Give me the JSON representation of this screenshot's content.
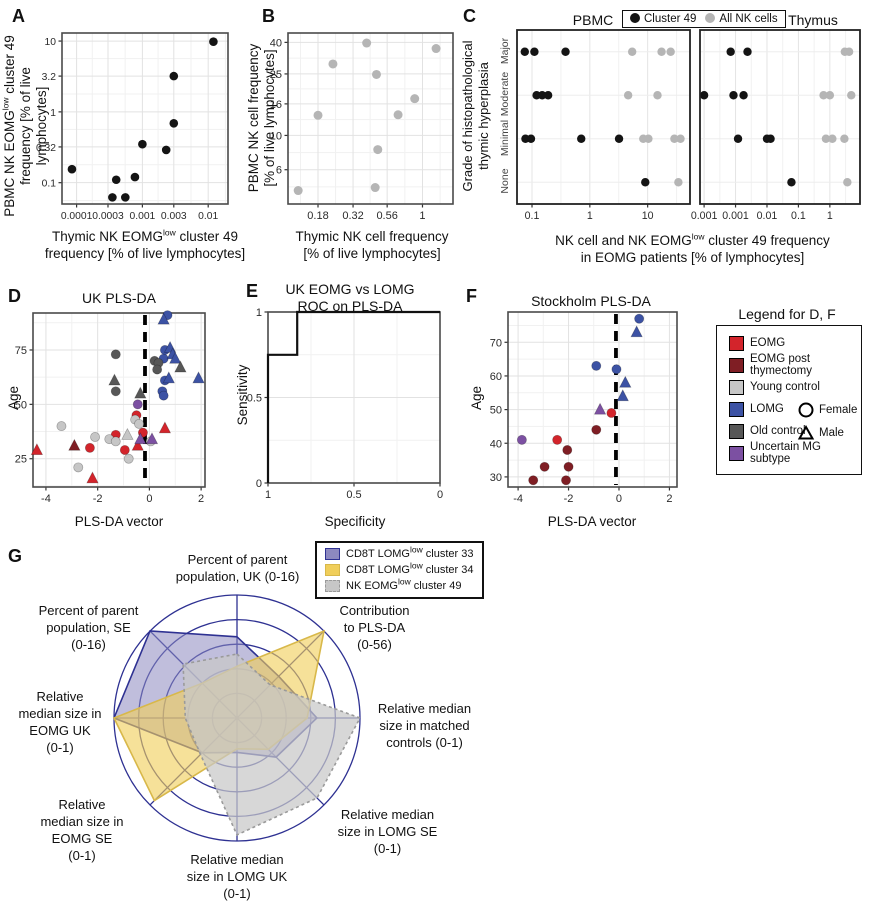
{
  "legend_df": {
    "title": "Legend for D, F",
    "items": [
      {
        "key": "eomg",
        "label": "EOMG",
        "color": "#d3242b"
      },
      {
        "key": "eomg_post",
        "label": "EOMG post thymectomy",
        "color": "#7f1e24"
      },
      {
        "key": "young",
        "label": "Young control",
        "color": "#c6c6c6"
      },
      {
        "key": "lomg",
        "label": "LOMG",
        "color": "#3c52a4"
      },
      {
        "key": "old",
        "label": "Old control",
        "color": "#575757"
      },
      {
        "key": "uncertain",
        "label": "Uncertain MG subtype",
        "color": "#7c50a2"
      }
    ],
    "shapes": [
      {
        "label": "Female",
        "shape": "circle"
      },
      {
        "label": "Male",
        "shape": "triangle"
      }
    ]
  },
  "chart_data": [
    {
      "panel": "A",
      "type": "scatter",
      "xscale": "log",
      "yscale": "log",
      "xlim": [
        6e-05,
        0.02
      ],
      "ylim": [
        0.05,
        13
      ],
      "xticks": [
        0.0001,
        0.0003,
        0.001,
        0.003,
        0.01
      ],
      "xtick_labels": [
        "0.0001",
        "0.0003",
        "0.001",
        "0.003",
        "0.01"
      ],
      "yticks": [
        0.1,
        0.32,
        1,
        3.2,
        10
      ],
      "ytick_labels": [
        "0.1",
        "0.32",
        "1",
        "3.2",
        "10"
      ],
      "point_color": "#141414",
      "points": [
        [
          8.5e-05,
          0.155
        ],
        [
          0.00035,
          0.062
        ],
        [
          0.0004,
          0.11
        ],
        [
          0.00055,
          0.062
        ],
        [
          0.00077,
          0.12
        ],
        [
          0.001,
          0.35
        ],
        [
          0.0023,
          0.29
        ],
        [
          0.003,
          0.69
        ],
        [
          0.003,
          3.2
        ],
        [
          0.012,
          9.8
        ]
      ],
      "ylabel_pre": "PBMC NK EOMG",
      "ylabel_sup": "low",
      "ylabel_post": " cluster 49",
      "ylabel_line2": "frequency [% of live lymphocytes]",
      "xlabel_pre": "Thymic NK EOMG",
      "xlabel_sup": "low",
      "xlabel_post": " cluster 49",
      "xlabel_line2": "frequency [% of live lymphocytes]"
    },
    {
      "panel": "B",
      "type": "scatter",
      "xscale": "log",
      "yscale": "log",
      "xlim": [
        0.11,
        1.65
      ],
      "ylim": [
        3.6,
        46
      ],
      "xticks": [
        0.18,
        0.32,
        0.56,
        1
      ],
      "xtick_labels": [
        "0.18",
        "0.32",
        "0.56",
        "1"
      ],
      "yticks": [
        6,
        10,
        16,
        25,
        40
      ],
      "ytick_labels": [
        "6",
        "10",
        "16",
        "25",
        "40"
      ],
      "point_color": "#b5b5b5",
      "points": [
        [
          0.13,
          4.4
        ],
        [
          0.18,
          13.5
        ],
        [
          0.23,
          29
        ],
        [
          0.4,
          39.6
        ],
        [
          0.47,
          24.8
        ],
        [
          0.48,
          8.1
        ],
        [
          0.46,
          4.6
        ],
        [
          0.67,
          13.6
        ],
        [
          0.88,
          17.3
        ],
        [
          1.25,
          36.5
        ]
      ],
      "ylabel_line1": "PBMC NK cell frequency",
      "ylabel_line2": "[% of live lymphocytes]",
      "xlabel_line1": "Thymic NK cell frequency",
      "xlabel_line2": "[% of live lymphocytes]"
    },
    {
      "panel": "C",
      "type": "dot-strip",
      "categories": [
        "Major",
        "Moderate",
        "Minimal",
        "None"
      ],
      "legend": [
        {
          "label": "Cluster 49",
          "color": "#141414"
        },
        {
          "label": "All NK cells",
          "color": "#b5b5b5"
        }
      ],
      "facets": [
        {
          "title": "PBMC",
          "xlim": [
            0.055,
            54
          ],
          "xticks": [
            0.1,
            1,
            10
          ],
          "xtick_labels": [
            "0.1",
            "1",
            "10"
          ],
          "cluster49": [
            [
              0.075,
              0.11,
              0.38
            ],
            [
              0.12,
              0.15,
              0.19
            ],
            [
              0.077,
              0.096,
              0.71,
              3.2
            ],
            [
              9.1
            ]
          ],
          "all_nk": [
            [
              5.4,
              17.4,
              25
            ],
            [
              4.6,
              14.8
            ],
            [
              8.4,
              10.3,
              29,
              37
            ],
            [
              34
            ]
          ]
        },
        {
          "title": "Thymus",
          "xlim": [
            7.4e-05,
            9.1
          ],
          "xticks": [
            0.0001,
            0.001,
            0.01,
            0.1,
            1
          ],
          "xtick_labels": [
            "0.001",
            "0.001",
            "0.01",
            "0.1",
            "1"
          ],
          "cluster49": [
            [
              0.0007,
              0.0024
            ],
            [
              0.0001,
              0.00086,
              0.0018
            ],
            [
              0.0012,
              0.01,
              0.013
            ],
            [
              0.06
            ]
          ],
          "all_nk": [
            [
              3,
              4.1
            ],
            [
              0.63,
              1,
              4.8
            ],
            [
              0.75,
              1.2,
              2.9
            ],
            [
              3.6
            ]
          ]
        }
      ],
      "ylabel_line1": "Grade of histopathological",
      "ylabel_line2": "thymic hyperplasia",
      "xlabel_pre": "NK cell and NK EOMG",
      "xlabel_sup": "low",
      "xlabel_post": " cluster 49 frequency",
      "xlabel_line2": "in EOMG patients [% of lymphocytes]"
    },
    {
      "panel": "D",
      "type": "scatter-groups",
      "title": "UK PLS-DA",
      "xlabel": "PLS-DA vector",
      "ylabel": "Age",
      "xlim": [
        -4.5,
        2.15
      ],
      "ylim": [
        12,
        92
      ],
      "xticks": [
        -4,
        -2,
        0,
        2
      ],
      "xtick_labels": [
        "-4",
        "-2",
        "0",
        "2"
      ],
      "yticks": [
        25,
        50,
        75
      ],
      "ytick_labels": [
        "25",
        "50",
        "75"
      ],
      "vline": -0.17,
      "groups": [
        {
          "key": "eomg",
          "color": "#d3242b",
          "points": [
            [
              -2.3,
              30,
              "F"
            ],
            [
              -1.3,
              36,
              "F"
            ],
            [
              -0.95,
              29,
              "F"
            ],
            [
              -0.5,
              45,
              "F"
            ],
            [
              -0.25,
              37,
              "F"
            ],
            [
              -4.35,
              29,
              "M"
            ],
            [
              -2.2,
              16,
              "M"
            ],
            [
              0.6,
              39,
              "M"
            ],
            [
              -0.45,
              31,
              "M"
            ]
          ]
        },
        {
          "key": "eomg_post",
          "color": "#7f1e24",
          "points": [
            [
              -2.9,
              31,
              "M"
            ]
          ]
        },
        {
          "key": "young",
          "color": "#c6c6c6",
          "points": [
            [
              -3.4,
              40,
              "F"
            ],
            [
              -2.75,
              21,
              "F"
            ],
            [
              -2.1,
              35,
              "F"
            ],
            [
              -1.55,
              34,
              "F"
            ],
            [
              -1.3,
              33,
              "F"
            ],
            [
              -0.8,
              25,
              "F"
            ],
            [
              -0.55,
              43,
              "F"
            ],
            [
              -0.4,
              41,
              "F"
            ],
            [
              0.05,
              33,
              "F"
            ],
            [
              -0.85,
              36,
              "M"
            ]
          ]
        },
        {
          "key": "lomg",
          "color": "#3c52a4",
          "points": [
            [
              0.7,
              91,
              "F"
            ],
            [
              0.6,
              75,
              "F"
            ],
            [
              0.55,
              71,
              "F"
            ],
            [
              0.6,
              61,
              "F"
            ],
            [
              0.5,
              56,
              "F"
            ],
            [
              0.55,
              54,
              "F"
            ],
            [
              0.55,
              89,
              "M"
            ],
            [
              0.8,
              76,
              "M"
            ],
            [
              0.9,
              73,
              "M"
            ],
            [
              1.0,
              71,
              "M"
            ],
            [
              0.75,
              62,
              "M"
            ],
            [
              1.9,
              62,
              "M"
            ]
          ]
        },
        {
          "key": "old",
          "color": "#575757",
          "points": [
            [
              -1.3,
              73,
              "F"
            ],
            [
              -1.3,
              56,
              "F"
            ],
            [
              0.2,
              70,
              "F"
            ],
            [
              0.35,
              69,
              "F"
            ],
            [
              0.3,
              66,
              "F"
            ],
            [
              -1.35,
              61,
              "M"
            ],
            [
              -0.35,
              55,
              "M"
            ],
            [
              1.2,
              67,
              "M"
            ]
          ]
        },
        {
          "key": "uncertain",
          "color": "#7c50a2",
          "points": [
            [
              -0.45,
              50,
              "F"
            ],
            [
              -0.35,
              34,
              "M"
            ],
            [
              0.1,
              34,
              "M"
            ]
          ]
        }
      ]
    },
    {
      "panel": "E",
      "type": "roc",
      "title_line1": "UK EOMG vs LOMG",
      "title_line2": "ROC on PLS-DA",
      "xlabel": "Specificity",
      "ylabel": "Sensitivity",
      "xlim": [
        1,
        0
      ],
      "ylim": [
        0,
        1
      ],
      "xticks": [
        1,
        0.5,
        0
      ],
      "xtick_labels": [
        "1",
        "0.5",
        "0"
      ],
      "yticks": [
        0,
        0.5,
        1
      ],
      "ytick_labels": [
        "0",
        "0.5",
        "1"
      ],
      "curve": [
        [
          1,
          0
        ],
        [
          1,
          0.75
        ],
        [
          0.83,
          0.75
        ],
        [
          0.83,
          1
        ],
        [
          0,
          1
        ]
      ]
    },
    {
      "panel": "F",
      "type": "scatter-groups",
      "title": "Stockholm PLS-DA",
      "xlabel": "PLS-DA vector",
      "ylabel": "Age",
      "xlim": [
        -4.4,
        2.3
      ],
      "ylim": [
        27,
        79
      ],
      "xticks": [
        -4,
        -2,
        0,
        2
      ],
      "xtick_labels": [
        "-4",
        "-2",
        "0",
        "2"
      ],
      "yticks": [
        30,
        40,
        50,
        60,
        70
      ],
      "ytick_labels": [
        "30",
        "40",
        "50",
        "60",
        "70"
      ],
      "vline": -0.12,
      "groups": [
        {
          "key": "eomg",
          "color": "#d3242b",
          "points": [
            [
              -2.45,
              41,
              "F"
            ],
            [
              -0.3,
              49,
              "F"
            ]
          ]
        },
        {
          "key": "eomg_post",
          "color": "#7f1e24",
          "points": [
            [
              -0.9,
              44,
              "F"
            ],
            [
              -2.05,
              38,
              "F"
            ],
            [
              -2.95,
              33,
              "F"
            ],
            [
              -2.0,
              33,
              "F"
            ],
            [
              -3.4,
              29,
              "F"
            ],
            [
              -2.1,
              29,
              "F"
            ]
          ]
        },
        {
          "key": "lomg",
          "color": "#3c52a4",
          "points": [
            [
              0.8,
              77,
              "F"
            ],
            [
              -0.9,
              63,
              "F"
            ],
            [
              -0.1,
              62,
              "F"
            ],
            [
              0.7,
              73,
              "M"
            ],
            [
              0.25,
              58,
              "M"
            ],
            [
              0.15,
              54,
              "M"
            ]
          ]
        },
        {
          "key": "uncertain",
          "color": "#7c50a2",
          "points": [
            [
              -3.85,
              41,
              "F"
            ],
            [
              -0.75,
              50,
              "M"
            ]
          ]
        }
      ]
    },
    {
      "panel": "G",
      "type": "radar",
      "rings": 5,
      "ring_color": "#2e3192",
      "legend": [
        {
          "pre": "CD8T LOMG",
          "sup": "low",
          "post": " cluster 33",
          "fill": "#8d89c0",
          "stroke": "#2e3192",
          "dash": false,
          "opacity": 0.55
        },
        {
          "pre": "CD8T LOMG",
          "sup": "low",
          "post": " cluster 34",
          "fill": "#f0ce5a",
          "stroke": "#d8b84a",
          "dash": false,
          "opacity": 0.62
        },
        {
          "pre": "NK EOMG",
          "sup": "low",
          "post": " cluster 49",
          "fill": "#c7c7c7",
          "stroke": "#9a9a9a",
          "dash": true,
          "opacity": 0.72
        }
      ],
      "axes": [
        {
          "lines": [
            "Percent of parent",
            "population, UK (0-16)"
          ]
        },
        {
          "lines": [
            "Contribution",
            "to PLS-DA",
            "(0-56)"
          ]
        },
        {
          "lines": [
            "Relative median",
            "size in matched",
            "controls (0-1)"
          ]
        },
        {
          "lines": [
            "Relative median",
            "size in LOMG SE",
            "(0-1)"
          ]
        },
        {
          "lines": [
            "Relative median",
            "size in LOMG UK",
            "(0-1)"
          ]
        },
        {
          "lines": [
            "Relative",
            "median size in",
            "EOMG SE",
            "(0-1)"
          ]
        },
        {
          "lines": [
            "Relative",
            "median size in",
            "EOMG UK",
            "(0-1)"
          ]
        },
        {
          "lines": [
            "Percent of parent",
            "population, SE",
            "(0-16)"
          ]
        }
      ],
      "series": [
        {
          "name": "CD8T LOMG-low cluster 33",
          "values": [
            0.66,
            0.48,
            0.65,
            0.45,
            0.28,
            0.4,
            1.0,
            1.0
          ]
        },
        {
          "name": "CD8T LOMG-low cluster 34",
          "values": [
            0.42,
            1.0,
            0.57,
            0.36,
            0.25,
            0.95,
            1.0,
            0.4
          ]
        },
        {
          "name": "NK EOMG-low cluster 49",
          "values": [
            0.52,
            0.38,
            1.0,
            0.92,
            0.95,
            0.42,
            0.42,
            0.62
          ]
        }
      ]
    }
  ]
}
